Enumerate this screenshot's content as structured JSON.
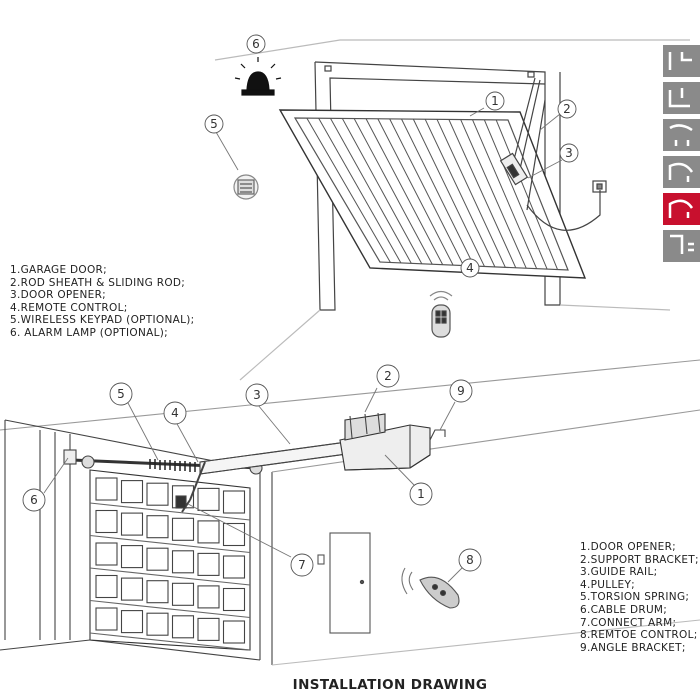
{
  "top_diagram": {
    "legend": [
      "1.GARAGE DOOR;",
      "2.ROD SHEATH & SLIDING ROD;",
      "3.DOOR OPENER;",
      "4.REMOTE CONTROL;",
      "5.WIRELESS KEYPAD (OPTIONAL);",
      "6. ALARM LAMP (OPTIONAL);"
    ],
    "callouts": [
      "1",
      "2",
      "3",
      "4",
      "5",
      "6"
    ]
  },
  "bottom_diagram": {
    "legend": [
      "1.DOOR OPENER;",
      "2.SUPPORT BRACKET;",
      "3.GUIDE RAIL;",
      "4.PULLEY;",
      "5.TORSION SPRING;",
      "6.CABLE DRUM;",
      "7.CONNECT ARM;",
      "8.REMTOE CONTROL;",
      "9.ANGLE BRACKET;"
    ],
    "callouts": [
      "1",
      "2",
      "3",
      "4",
      "5",
      "6",
      "7",
      "8",
      "9"
    ]
  },
  "caption": "INSTALLATION DRAWING",
  "colors": {
    "accent_red": "#c8102e",
    "line": "#444444",
    "tab_grey": "#8a8a8a"
  }
}
